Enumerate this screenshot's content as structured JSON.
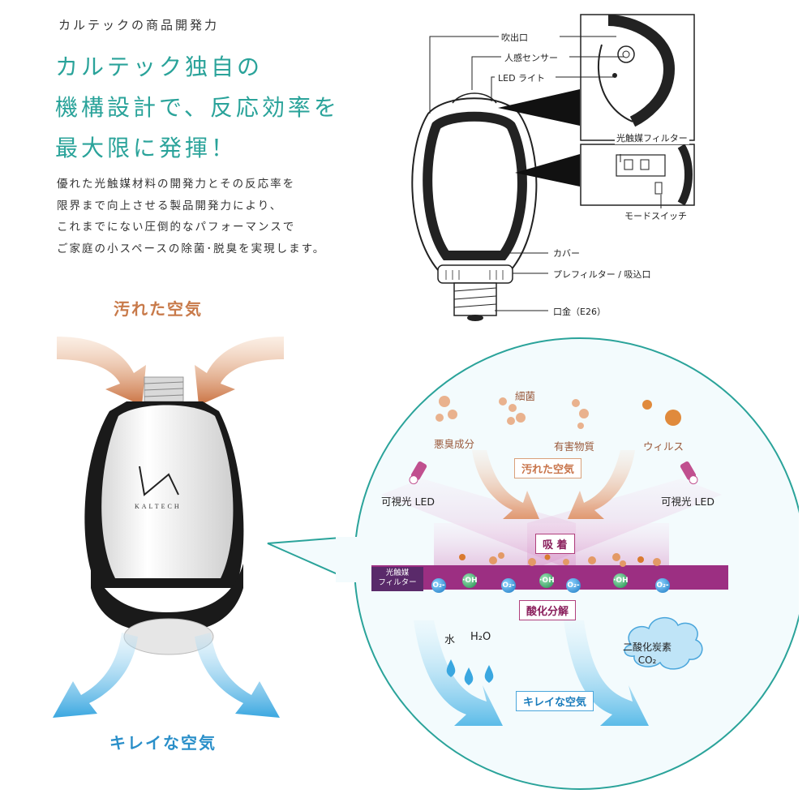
{
  "header": {
    "kicker": "カルテックの商品開発力",
    "headline_lines": [
      "カルテック独自の",
      "機構設計で、反応効率を",
      "最大限に発揮！"
    ],
    "body_lines": [
      "優れた光触媒材料の開発力とその反応率を",
      "限界まで向上させる製品開発力により、",
      "これまでにない圧倒的なパフォーマンスで",
      "ご家庭の小スペースの除菌･脱臭を実現します。"
    ]
  },
  "product": {
    "dirty_air": "汚れた空気",
    "clean_air": "キレイな空気",
    "brand": "KALTECH"
  },
  "diagram": {
    "labels": {
      "outlet": "吹出口",
      "sensor": "人感センサー",
      "led": "LED ライト",
      "filter": "光触媒フィルター",
      "mode_switch": "モードスイッチ",
      "cover": "カバー",
      "prefilter": "プレフィルター / 吸込口",
      "base": "口金（E26）"
    }
  },
  "process": {
    "germs": "細菌",
    "odor": "悪臭成分",
    "harmful": "有害物質",
    "virus": "ウィルス",
    "dirty_air": "汚れた空気",
    "led_left": "可視光 LED",
    "led_right": "可視光 LED",
    "adsorb": "吸 着",
    "filter_label_1": "光触媒",
    "filter_label_2": "フィルター",
    "oxidation": "酸化分解",
    "water": "水",
    "h2o": "H₂O",
    "co2_1": "二酸化炭素",
    "co2_2": "CO₂",
    "clean_air": "キレイな空気",
    "o2": "O₂-",
    "oh": "·OH"
  },
  "colors": {
    "teal": "#2aa39a",
    "brown": "#c87a4a",
    "blue": "#2a8fc9",
    "magenta": "#8a1f5c"
  }
}
